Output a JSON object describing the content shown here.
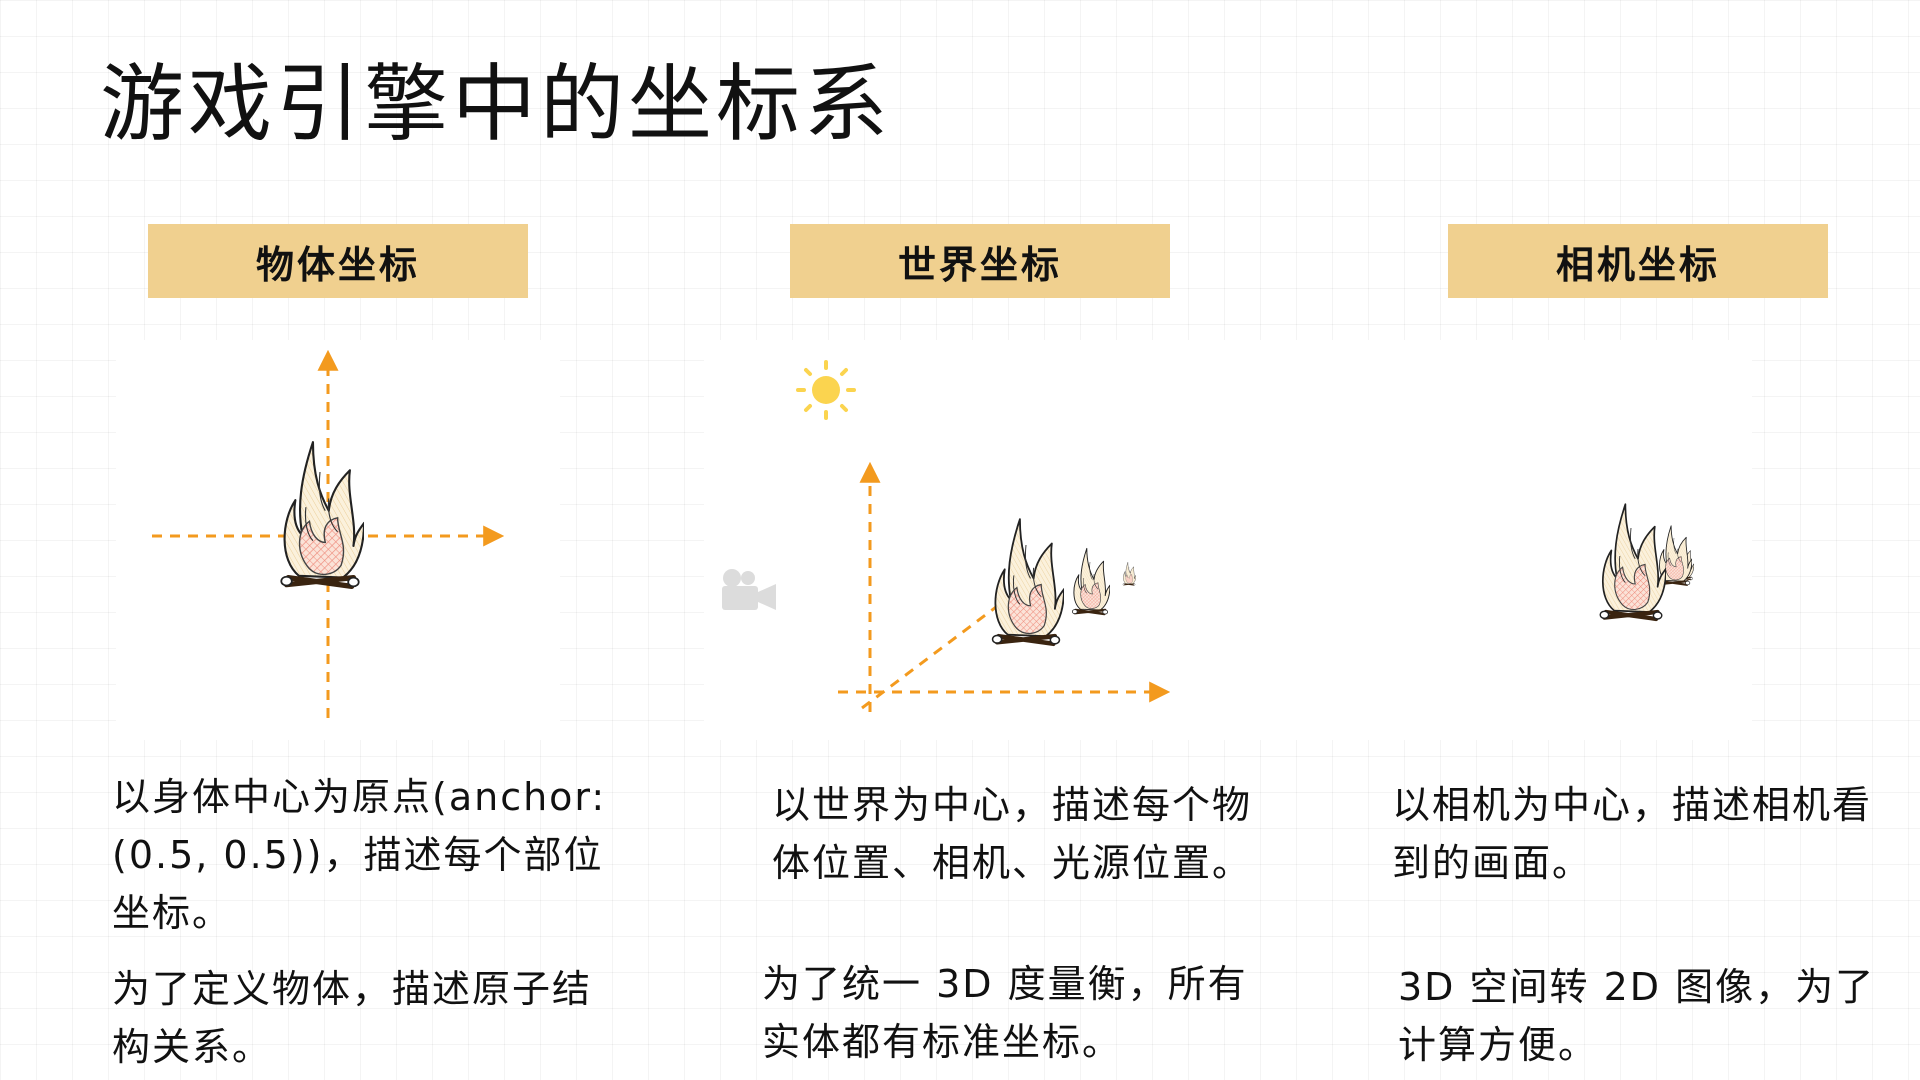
{
  "title": "游戏引擎中的坐标系",
  "columns": [
    {
      "header": "物体坐标",
      "description": "以身体中心为原点(anchor: (0.5, 0.5))，描述每个部位坐标。",
      "purpose": "为了定义物体，描述原子结构关系。"
    },
    {
      "header": "世界坐标",
      "description": "以世界为中心，描述每个物体位置、相机、光源位置。",
      "purpose": "为了统一 3D 度量衡，所有实体都有标准坐标。"
    },
    {
      "header": "相机坐标",
      "description": "以相机为中心，描述相机看到的画面。",
      "purpose": "3D 空间转 2D 图像，为了计算方便。"
    }
  ],
  "colors": {
    "header_bg": "#f0d08f",
    "axis": "#f39a1e",
    "flame_fill": "#f6c6a3",
    "sun": "#fbd44f"
  },
  "icons": [
    "fire-icon",
    "sun-icon",
    "camera-icon"
  ]
}
